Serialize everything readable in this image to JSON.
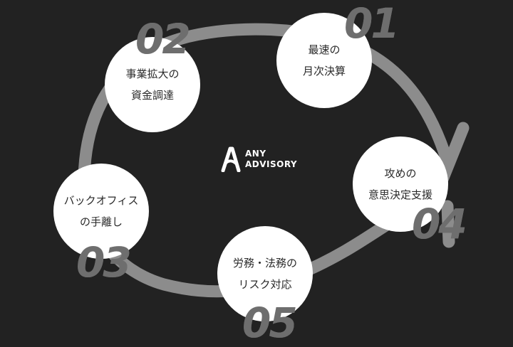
{
  "brand": {
    "line1": "ANY",
    "line2": "ADVISORY",
    "icon": "a-logo-icon"
  },
  "colors": {
    "background": "#222222",
    "loop_stroke": "#8c8c8c",
    "number": "#6e6e6e",
    "circle_fill": "#ffffff",
    "circle_text": "#2a2a2a"
  },
  "steps": [
    {
      "number": "01",
      "line1": "最速の",
      "line2": "月次決算"
    },
    {
      "number": "02",
      "line1": "事業拡大の",
      "line2": "資金調達"
    },
    {
      "number": "03",
      "line1": "バックオフィス",
      "line2": "の手離し"
    },
    {
      "number": "04",
      "line1": "攻めの",
      "line2": "意思決定支援"
    },
    {
      "number": "05",
      "line1": "労務・法務の",
      "line2": "リスク対応"
    }
  ]
}
